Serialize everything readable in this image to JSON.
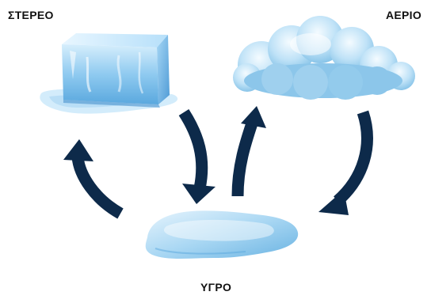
{
  "labels": {
    "solid": "ΣΤΕΡΕΟ",
    "gas": "ΑΕΡΙΟ",
    "liquid": "ΥΓΡΟ"
  },
  "icons": {
    "solid": "ice-cube-icon",
    "gas": "cloud-icon",
    "liquid": "water-puddle-icon"
  },
  "colors": {
    "arrow": "#0d2a4a",
    "ice": "#9fd3f3",
    "cloud": "#a8d6f2",
    "water": "#b5dcf5"
  }
}
